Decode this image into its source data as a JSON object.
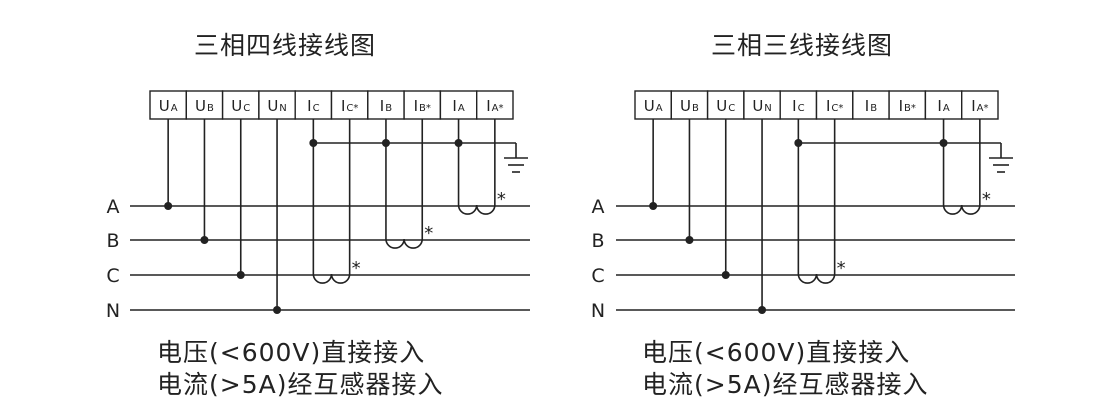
{
  "left": {
    "title": "三相四线接线图",
    "caption_line1": "电压(<600V)直接接入",
    "caption_line2": "电流(>5A)经互感器接入",
    "terminals": [
      {
        "main": "U",
        "sub": "A"
      },
      {
        "main": "U",
        "sub": "B"
      },
      {
        "main": "U",
        "sub": "C"
      },
      {
        "main": "U",
        "sub": "N"
      },
      {
        "main": "I",
        "sub": "C"
      },
      {
        "main": "I",
        "sub": "C*"
      },
      {
        "main": "I",
        "sub": "B"
      },
      {
        "main": "I",
        "sub": "B*"
      },
      {
        "main": "I",
        "sub": "A"
      },
      {
        "main": "I",
        "sub": "A*"
      }
    ],
    "phases": [
      "A",
      "B",
      "C",
      "N"
    ],
    "ct_mark": "*"
  },
  "right": {
    "title": "三相三线接线图",
    "caption_line1": "电压(<600V)直接接入",
    "caption_line2": "电流(>5A)经互感器接入",
    "terminals": [
      {
        "main": "U",
        "sub": "A"
      },
      {
        "main": "U",
        "sub": "B"
      },
      {
        "main": "U",
        "sub": "C"
      },
      {
        "main": "U",
        "sub": "N"
      },
      {
        "main": "I",
        "sub": "C"
      },
      {
        "main": "I",
        "sub": "C*"
      },
      {
        "main": "I",
        "sub": "B"
      },
      {
        "main": "I",
        "sub": "B*"
      },
      {
        "main": "I",
        "sub": "A"
      },
      {
        "main": "I",
        "sub": "A*"
      }
    ],
    "phases": [
      "A",
      "B",
      "C",
      "N"
    ],
    "ct_mark": "*"
  }
}
